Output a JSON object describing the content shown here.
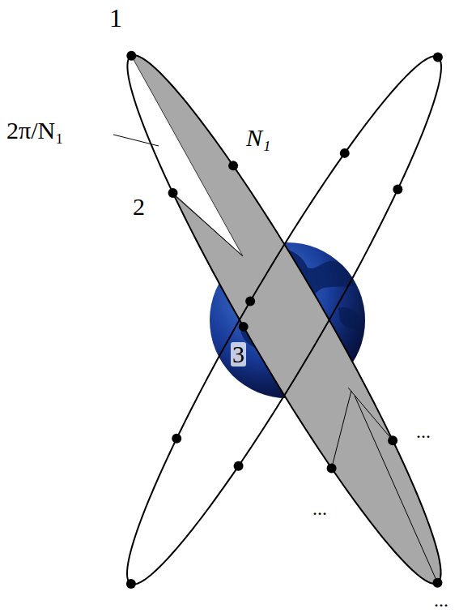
{
  "diagram": {
    "labels": [
      "1",
      "2π/N₁",
      "N₁",
      "2",
      "3",
      "...",
      "...",
      "..."
    ]
  }
}
